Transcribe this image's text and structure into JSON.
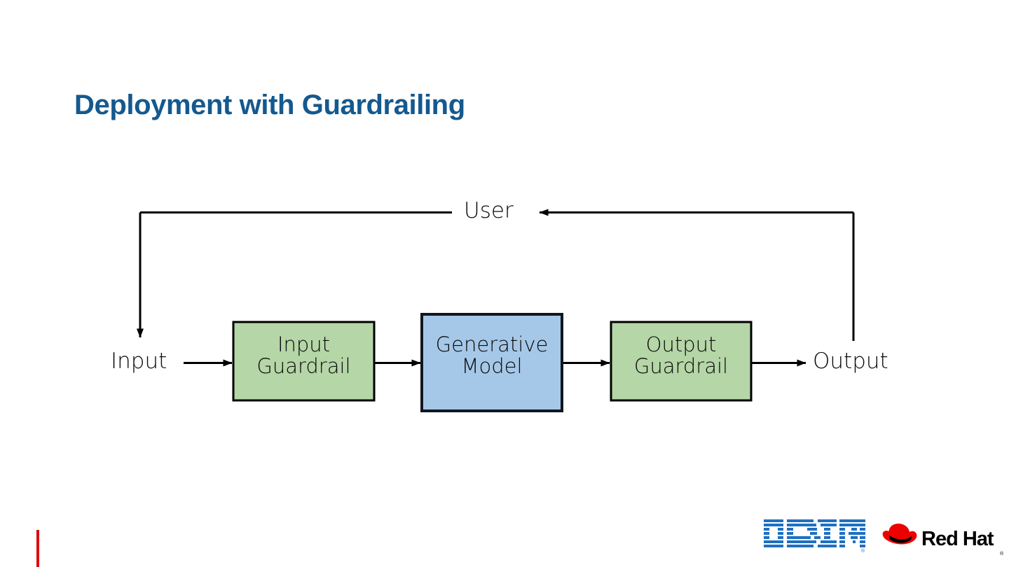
{
  "slide": {
    "title": "Deployment with Guardrailing",
    "title_color": "#14598f",
    "background_color": "#ffffff"
  },
  "diagram": {
    "type": "flowchart",
    "labels": {
      "user": "User",
      "input": "Input",
      "output": "Output"
    },
    "nodes": [
      {
        "id": "input-guardrail",
        "line1": "Input",
        "line2": "Guardrail",
        "fill": "#b5d6a7",
        "stroke": "#000000"
      },
      {
        "id": "generative-model",
        "line1": "Generative",
        "line2": "Model",
        "fill": "#a6c8e8",
        "stroke": "#11161f"
      },
      {
        "id": "output-guardrail",
        "line1": "Output",
        "line2": "Guardrail",
        "fill": "#b5d6a7",
        "stroke": "#000000"
      }
    ],
    "edges": [
      {
        "from": "input",
        "to": "input-guardrail",
        "arrow": true
      },
      {
        "from": "input-guardrail",
        "to": "generative-model",
        "arrow": true
      },
      {
        "from": "generative-model",
        "to": "output-guardrail",
        "arrow": true
      },
      {
        "from": "output-guardrail",
        "to": "output",
        "arrow": true
      },
      {
        "from": "output",
        "to": "user",
        "arrow": true
      },
      {
        "from": "user",
        "to": "input",
        "arrow": true
      }
    ]
  },
  "footer": {
    "accent_bar_color": "#e00b0b",
    "ibm_logo_name": "ibm-logo",
    "ibm_logo_color": "#1f70c1",
    "ibm_registered_mark": "®",
    "redhat_logo_name": "red-hat-logo",
    "redhat_wordmark": "Red Hat",
    "redhat_hat_color": "#ee0000",
    "redhat_registered_mark": "®"
  }
}
